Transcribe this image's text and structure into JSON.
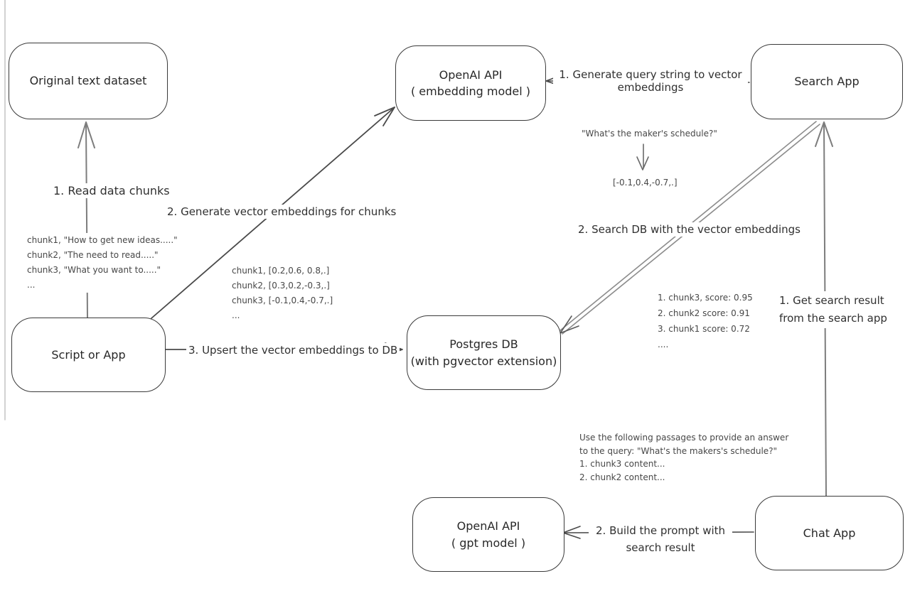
{
  "canvas": {
    "background": "#ffffff",
    "node_stroke": "#3a3a3a",
    "arrow_dark": "#4a4a4a",
    "arrow_gray": "#7d7d7d"
  },
  "nodes": {
    "original_dataset": {
      "label": "Original text dataset"
    },
    "openai_embedding": {
      "label": "OpenAI API",
      "sublabel": "( embedding model )"
    },
    "search_app": {
      "label": "Search App"
    },
    "script_or_app": {
      "label": "Script or App"
    },
    "postgres_db": {
      "label": "Postgres DB",
      "sublabel": "(with pgvector extension)"
    },
    "openai_gpt": {
      "label": "OpenAI API",
      "sublabel": "( gpt model )"
    },
    "chat_app": {
      "label": "Chat App"
    }
  },
  "edge_labels": {
    "read_chunks": "1. Read data chunks",
    "generate_embeddings": "2. Generate vector embeddings for chunks",
    "upsert": "3. Upsert the vector embeddings to DB",
    "query_to_vector": "1. Generate query string to vector embeddings",
    "search_db": "2. Search DB with the vector embeddings",
    "get_result_line1": "1. Get search result",
    "get_result_line2": "from the search app",
    "build_prompt_line1": "2. Build the prompt with",
    "build_prompt_line2": "search result"
  },
  "annotations": {
    "query_string": "\"What's the maker's schedule?\"",
    "query_vector": "[-0.1,0.4,-0.7,.]",
    "chunk_list": [
      "chunk1, \"How to get new ideas.....\"",
      "chunk2, \"The need to read.....\"",
      "chunk3, \"What you want to.....\"",
      "..."
    ],
    "vector_list": [
      "chunk1, [0.2,0.6, 0.8,.]",
      "chunk2, [0.3,0.2,-0.3,.]",
      "chunk3, [-0.1,0.4,-0.7,.]",
      "..."
    ],
    "score_list": [
      "1. chunk3, score: 0.95",
      "2. chunk2 score: 0.91",
      "3. chunk1 score: 0.72",
      "...."
    ],
    "prompt_lines": [
      "Use the following passages to provide an answer",
      "to the query: \"What's the makers's schedule?\"",
      "1. chunk3 content...",
      "2. chunk2 content..."
    ]
  }
}
